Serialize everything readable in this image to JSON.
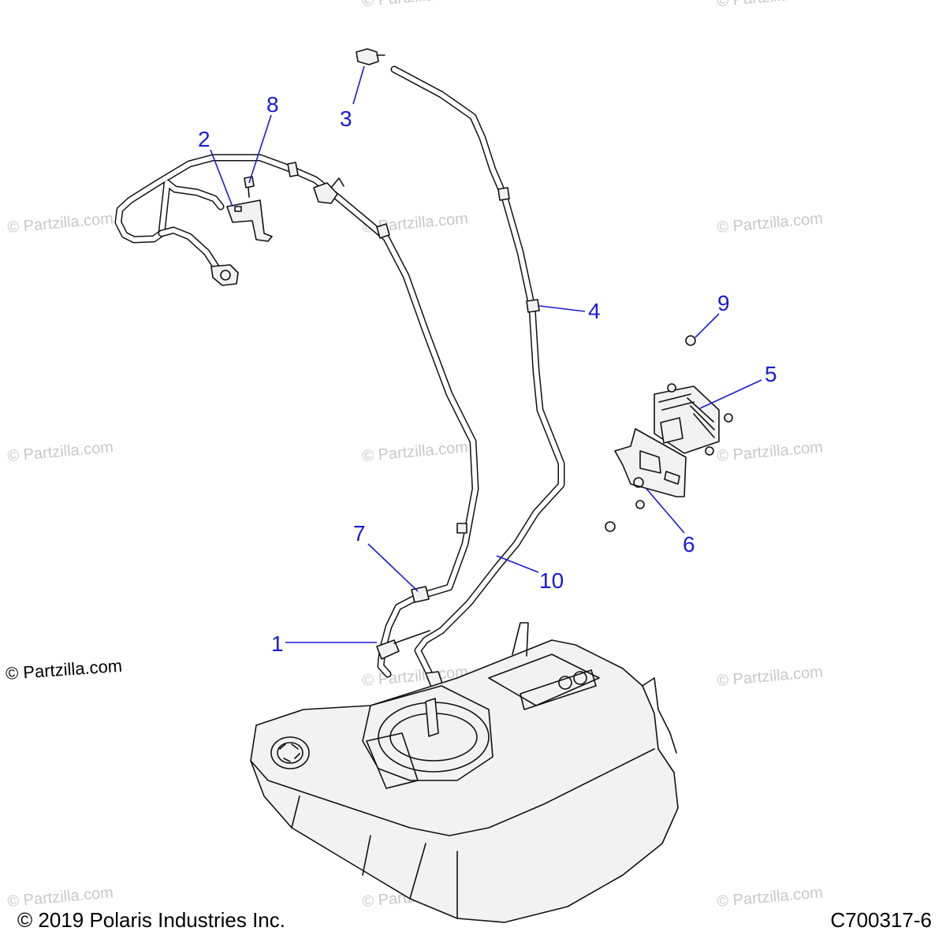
{
  "watermark": {
    "text": "© Partzilla.com"
  },
  "site_mark": "© Partzilla.com",
  "callouts": {
    "c1": "1",
    "c2": "2",
    "c3": "3",
    "c4": "4",
    "c5": "5",
    "c6": "6",
    "c7": "7",
    "c8": "8",
    "c9": "9",
    "c10": "10"
  },
  "footer": {
    "copyright": "© 2019 Polaris Industries Inc.",
    "figure_id": "C700317-6"
  },
  "colors": {
    "callout": "#1a1ad6",
    "line_art": "#111111",
    "watermark": "#c8c8c8"
  }
}
